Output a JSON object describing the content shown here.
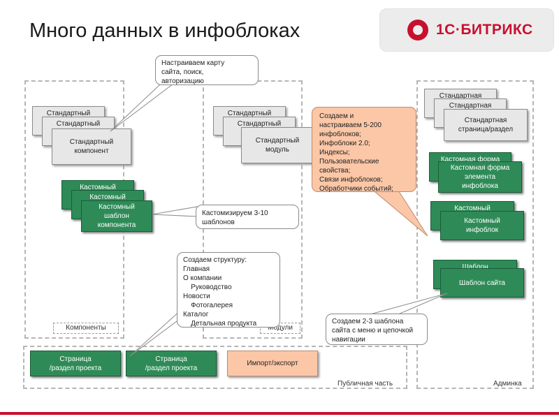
{
  "title": "Много данных в инфоблоках",
  "logo": {
    "text": "1С·БИТРИКС"
  },
  "stack_standard_component": {
    "front": "Стандартный\nкомпонент",
    "back1": "Стандартный",
    "back2": "Стандартный"
  },
  "stack_custom_template": {
    "front": "Кастомный\nшаблон\nкомпонента",
    "back1": "Кастомный",
    "back2": "Кастомный"
  },
  "stack_standard_module": {
    "front": "Стандартный\nмодуль",
    "back1": "Стандартный",
    "back2": "Стандартный"
  },
  "stack_standard_page": {
    "front": "Стандартная\nстраница/раздел",
    "back1": "Стандартная",
    "back2": "Стандартная"
  },
  "stack_custom_form": {
    "front": "Кастомная форма\nэлемента\nинфоблока",
    "back1": "Кастомная форма"
  },
  "stack_custom_iblock": {
    "front": "Кастомный\nинфоблок",
    "back1": "Кастомный"
  },
  "stack_site_template": {
    "front": "Шаблон сайта",
    "back1": "Шаблон"
  },
  "callouts": {
    "sitemap": "Настраиваем карту\nсайта, поиск,\nавторизацию",
    "templates": "Кастомизируем 3-10\nшаблонов",
    "structure": "Создаем структуру:\nГлавная\nО компании\n    Руководство\nНовости\n    Фотогалерея\nКаталог\n    Детальная продукта",
    "iblocks": "Создаем и\nнастраиваем 5-200\nинфоблоков;\nИнфоблоки 2.0;\nИндексы;\nПользовательские\nсвойства;\nСвязи инфоблоков;\nОбработчики событий;",
    "site_templates": "Создаем 2-3 шаблона\nсайта с меню и цепочкой\nнавигации"
  },
  "labels": {
    "components": "Компоненты",
    "modules": "Модули",
    "public": "Публичная часть",
    "admin": "Админка"
  },
  "bottom": {
    "page1": "Страница\n/раздел проекта",
    "page2": "Страница\n/раздел проекта",
    "import": "Импорт/экспорт"
  },
  "colors": {
    "green": "#2e8b57",
    "orange": "#fbc7a7",
    "accent": "#c8102e"
  }
}
